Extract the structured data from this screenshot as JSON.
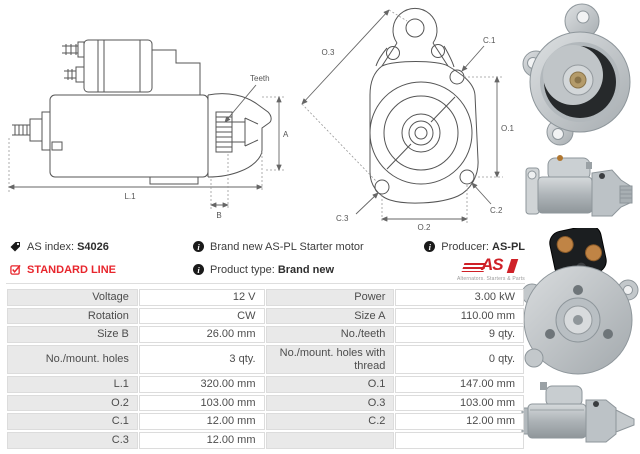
{
  "colors": {
    "accent_red": "#e8262d",
    "logo_red": "#cf2027",
    "table_label_bg": "#e9e9e9",
    "table_border": "#dcdcdc",
    "text_gray": "#4d4d4d",
    "drawing_stroke": "#555555"
  },
  "icons": {
    "tag": "tag-icon",
    "info": "info-icon",
    "standard_line": "checkbox-checked-icon",
    "info_glyph": "i"
  },
  "info": {
    "as_index_label": "AS index:",
    "as_index_value": "S4026",
    "standard_line": "STANDARD LINE",
    "description": "Brand new AS-PL Starter motor",
    "product_type_label": "Product type:",
    "product_type_value": "Brand new",
    "producer_label": "Producer:",
    "producer_value": "AS-PL"
  },
  "logo": {
    "text": "AS",
    "tagline": "Alternators. Starters & Parts"
  },
  "diagram": {
    "side": {
      "teeth": "Teeth",
      "a": "A",
      "l1": "L.1",
      "b": "B"
    },
    "front": {
      "o3": "O.3",
      "c1": "C.1",
      "o1": "O.1",
      "c2": "C.2",
      "c3": "C.3",
      "o2": "O.2"
    }
  },
  "spec_table": {
    "rows": [
      {
        "label1": "Voltage",
        "value1": "12 V",
        "label2": "Power",
        "value2": "3.00 kW"
      },
      {
        "label1": "Rotation",
        "value1": "CW",
        "label2": "Size A",
        "value2": "110.00 mm"
      },
      {
        "label1": "Size B",
        "value1": "26.00 mm",
        "label2": "No./teeth",
        "value2": "9 qty."
      },
      {
        "label1": "No./mount. holes",
        "value1": "3 qty.",
        "label2": "No./mount. holes with thread",
        "value2": "0 qty."
      },
      {
        "label1": "L.1",
        "value1": "320.00 mm",
        "label2": "O.1",
        "value2": "147.00 mm"
      },
      {
        "label1": "O.2",
        "value1": "103.00 mm",
        "label2": "O.3",
        "value2": "103.00 mm"
      },
      {
        "label1": "C.1",
        "value1": "12.00 mm",
        "label2": "C.2",
        "value2": "12.00 mm"
      },
      {
        "label1": "C.3",
        "value1": "12.00 mm",
        "label2": "",
        "value2": ""
      }
    ]
  }
}
